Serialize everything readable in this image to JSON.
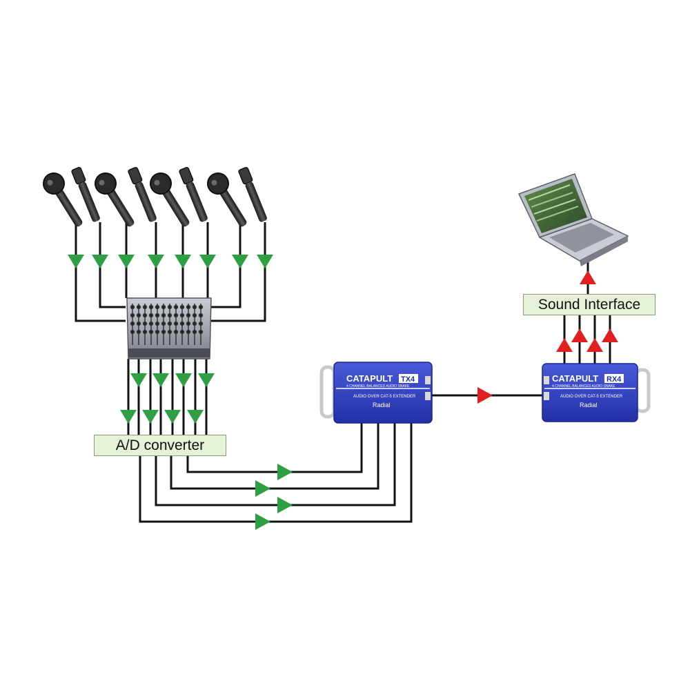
{
  "labels": {
    "ad_converter": "A/D converter",
    "sound_interface": "Sound Interface"
  },
  "devices": {
    "transmitter": {
      "brand": "CATAPULT",
      "model": "TX4",
      "subtitle": "4 CHANNEL BALANCED AUDIO SNAKE",
      "tagline": "AUDIO OVER CAT-5 EXTENDER",
      "maker": "Radial"
    },
    "receiver": {
      "brand": "CATAPULT",
      "model": "RX4",
      "subtitle": "4 CHANNEL BALANCED AUDIO SNAKE",
      "tagline": "AUDIO OVER CAT-5 EXTENDER",
      "maker": "Radial"
    }
  },
  "colors": {
    "signal_analog": "#2ea043",
    "signal_digital": "#e02020",
    "wire": "#111111",
    "label_fill": "#e6f2d8",
    "device_blue": "#2f3fc0"
  },
  "icons": {
    "microphone": "microphone-icon",
    "mixer": "mixing-console-icon",
    "laptop": "laptop-icon"
  }
}
